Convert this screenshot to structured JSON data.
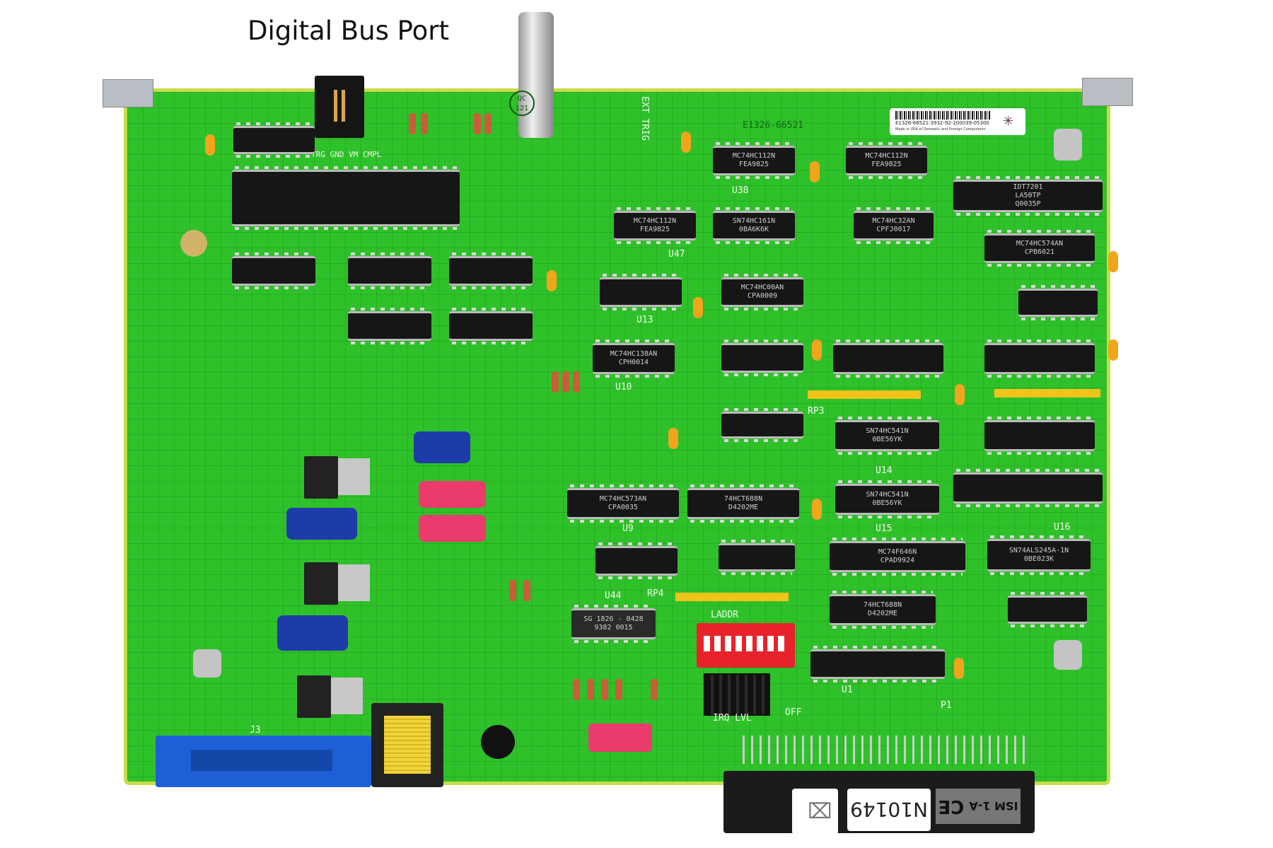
{
  "caption": "Digital Bus Port",
  "barcode_label": {
    "part_number": "E1326-66521-3932-92-200039-05300",
    "origin": "Made in USA of Domestic and Foreign Components"
  },
  "silkscreen": {
    "ext_trig": "EXT TRIG",
    "j1_pins": "TRG GND VM CMPL",
    "laddr": "LADDR",
    "irq_lvl": "IRQ LVL",
    "off": "OFF",
    "qc": "QC 121",
    "board_id": "E1326-66521",
    "ref_u38": "U38",
    "ref_u47": "U47",
    "ref_u13": "U13",
    "ref_u10": "U10",
    "ref_u14": "U14",
    "ref_u15": "U15",
    "ref_u16": "U16",
    "ref_u9": "U9",
    "ref_u44": "U44",
    "ref_u1": "U1",
    "ref_j3": "J3",
    "ref_p1": "P1",
    "ref_rp3": "RP3",
    "ref_rp4": "RP4"
  },
  "chips": [
    "MC74HC112N\nFEA9825",
    "MC74HC112N\nFEA9825",
    "IDT7201\nLA50TP\nQ0035P",
    "MC74HC32AN\nCPFJ0017",
    "MC74HC574AN\nCPB6021",
    "SN74HC541N\n0BE56YK",
    "74HCT688N\nD4202ME",
    "MC74HC573AN\nCPA0035",
    "MC74F646N\nCPAD9924",
    "SN74ALS245A-1N\n0BE023K",
    "SG 1826 - 0428\n9382   0015",
    "SN74HC541N\n0BE56YK",
    "MC74HC112N\nFEA9825",
    "SN74HC161N\n0BA6K6K",
    "MC74HC00AN\nCPA0009",
    "MC74HC138AN\nCPH0014",
    "74HCT688N\nD4202ME"
  ],
  "connector_labels": {
    "serial": "N10149",
    "cert": "ISM 1-A",
    "ce": "CE"
  },
  "colors": {
    "board": "#2fc12a",
    "ic": "#161616",
    "dip_switch": "#e8222a",
    "ribbon_connector": "#1e5fd6"
  }
}
